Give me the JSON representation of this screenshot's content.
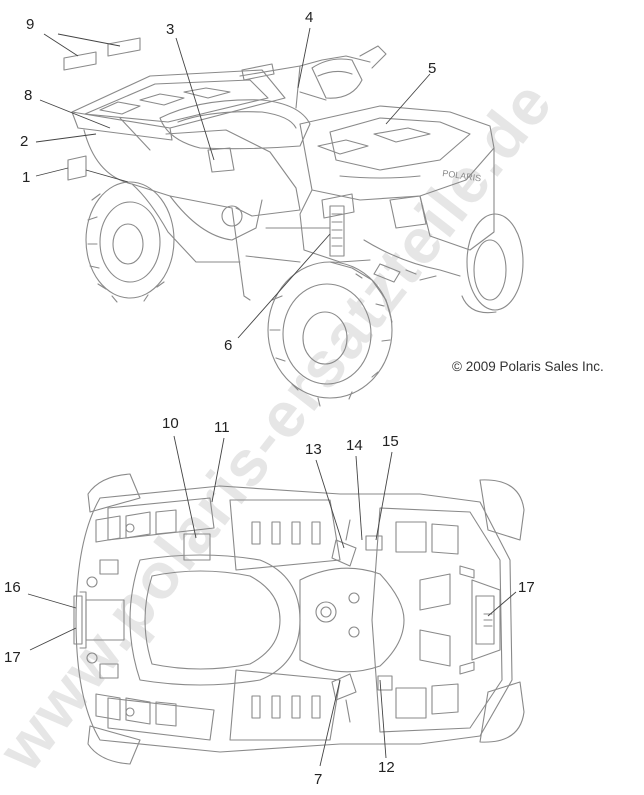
{
  "copyright": "© 2009 Polaris Sales Inc.",
  "watermark": "www.polaris-ersatzteile.de",
  "hood_badge": "POLARIS",
  "callouts": {
    "c1": "1",
    "c2": "2",
    "c3": "3",
    "c4": "4",
    "c5": "5",
    "c6": "6",
    "c7": "7",
    "c8": "8",
    "c9": "9",
    "c10": "10",
    "c11": "11",
    "c12": "12",
    "c13": "13",
    "c14": "14",
    "c15": "15",
    "c16": "16",
    "c17a": "17",
    "c17b": "17"
  },
  "colors": {
    "line": "#888888",
    "text": "#222222",
    "watermark": "#c8c8c8"
  }
}
